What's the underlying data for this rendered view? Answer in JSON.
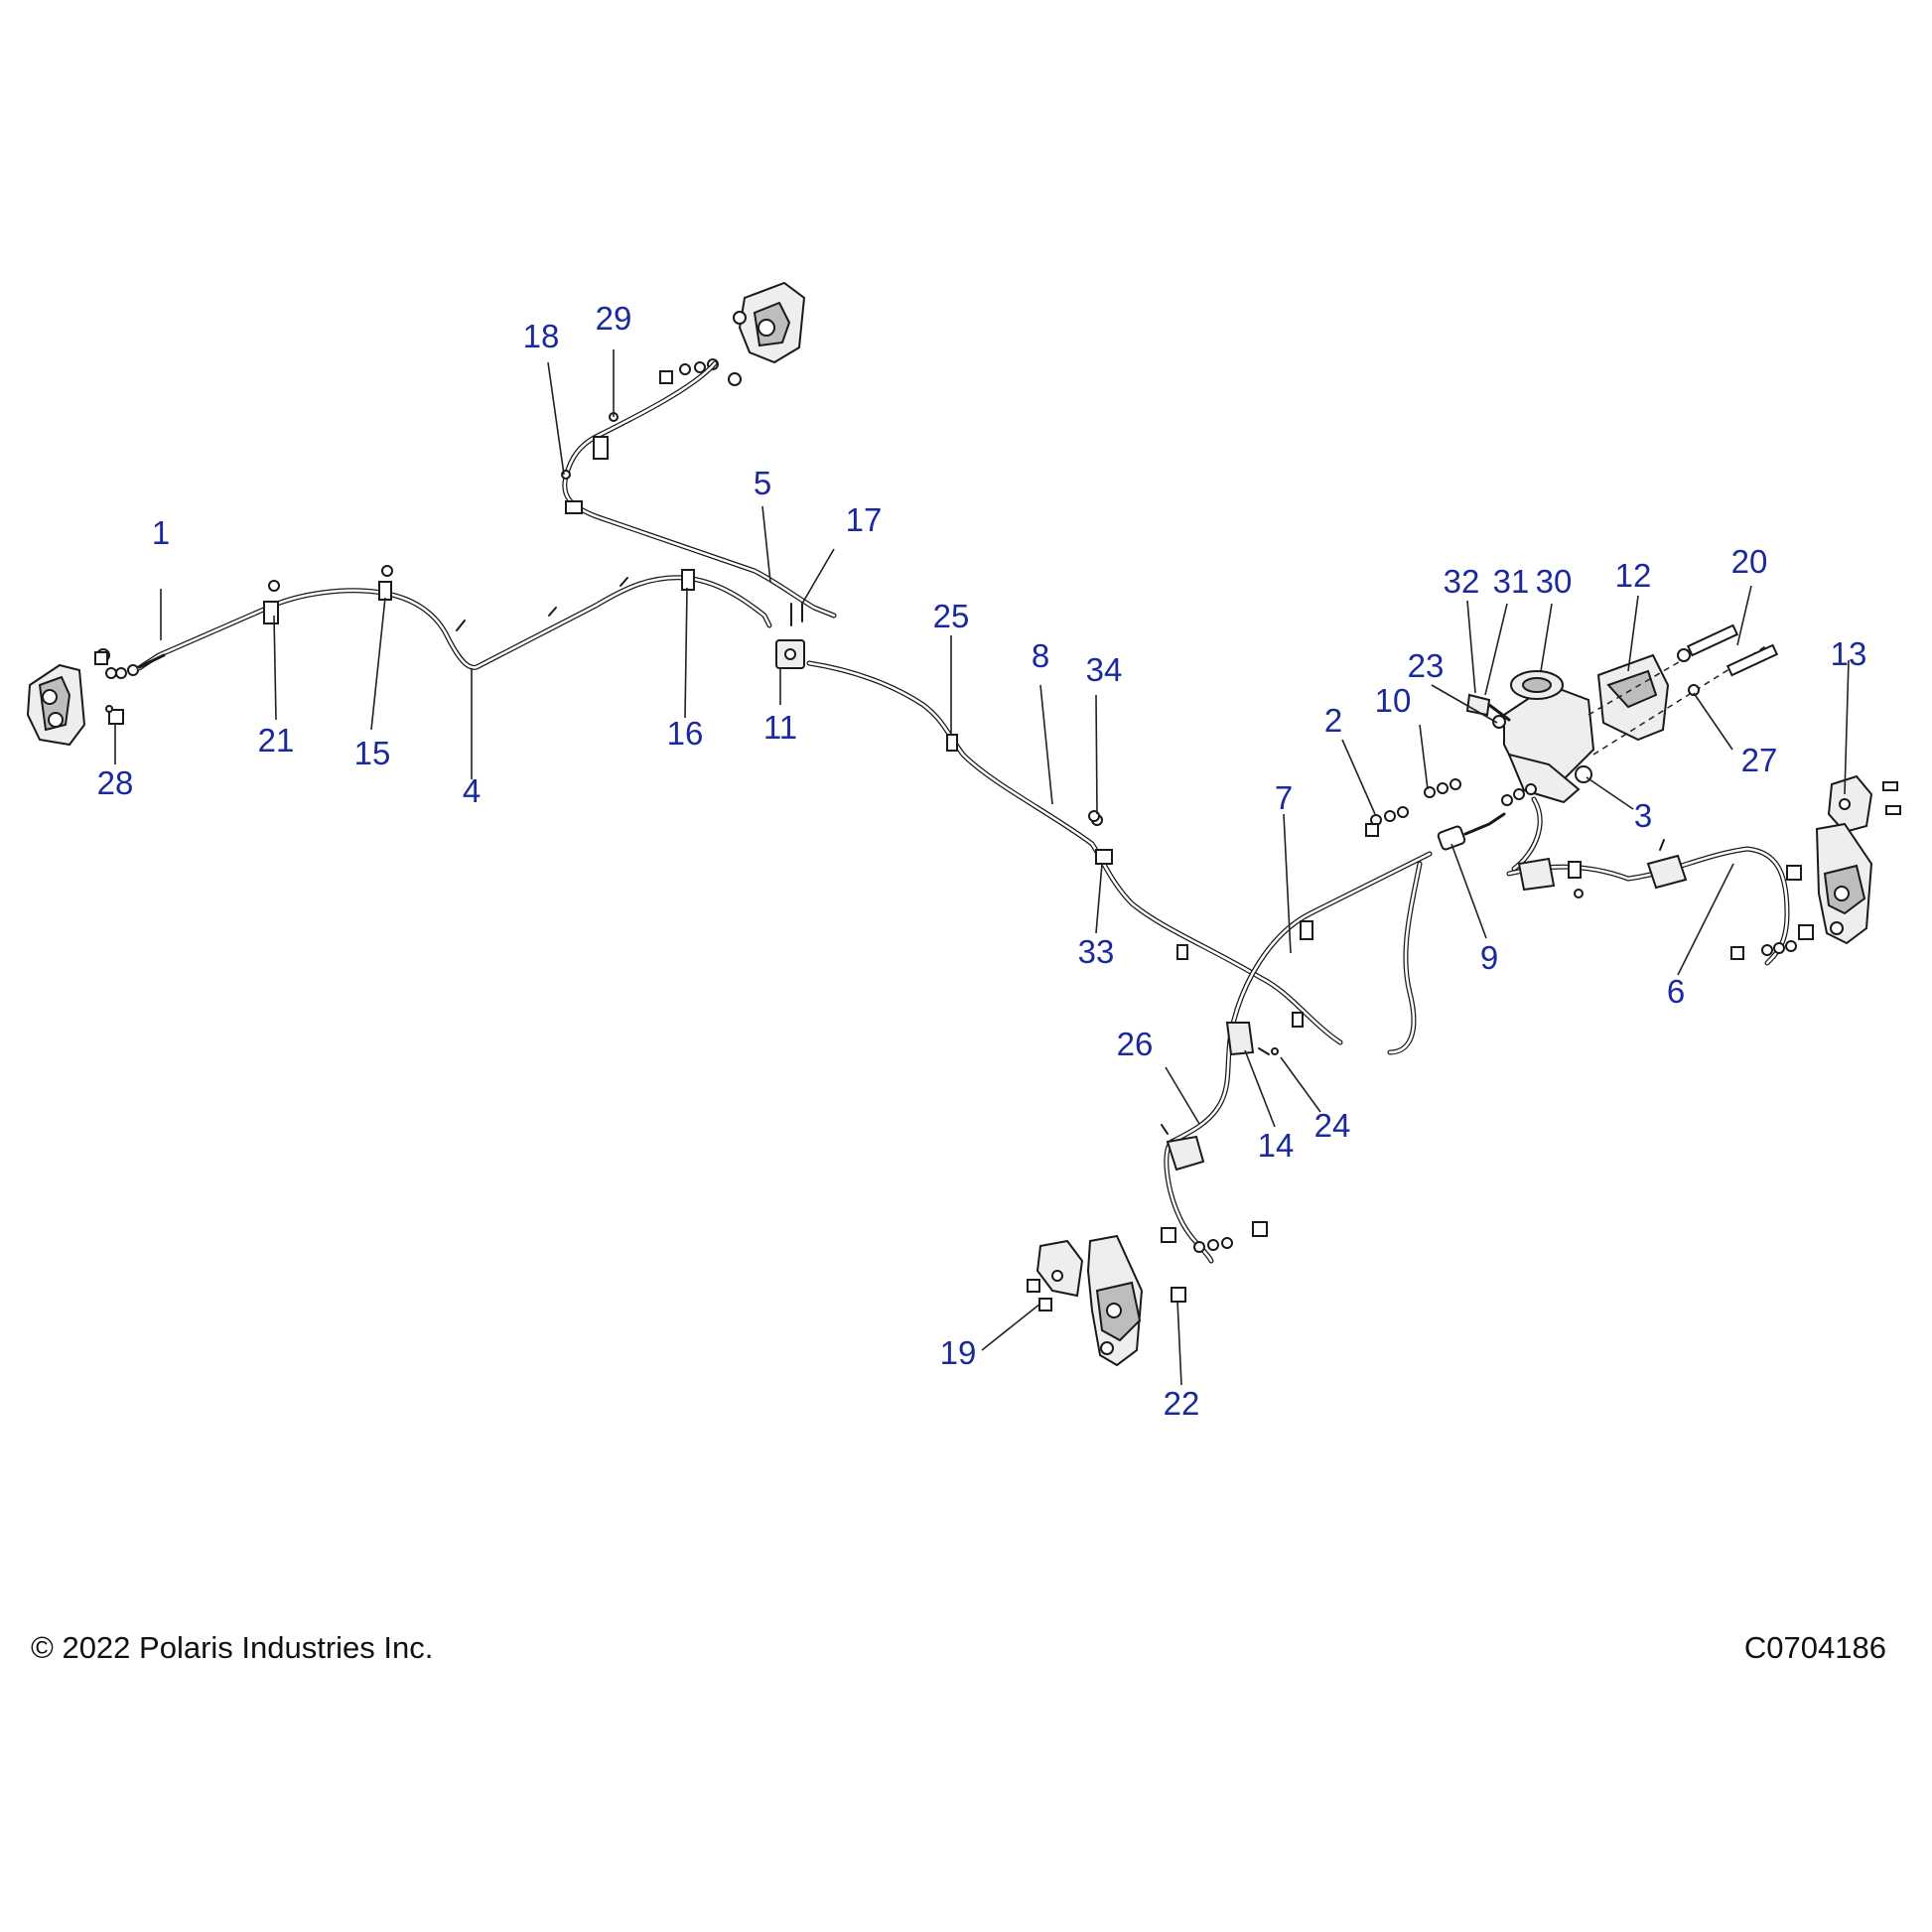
{
  "callouts": [
    "1",
    "2",
    "3",
    "4",
    "5",
    "6",
    "7",
    "8",
    "9",
    "10",
    "11",
    "12",
    "13",
    "14",
    "15",
    "16",
    "17",
    "18",
    "19",
    "20",
    "21",
    "22",
    "23",
    "24",
    "25",
    "26",
    "27",
    "28",
    "29",
    "30",
    "31",
    "32",
    "33",
    "34"
  ],
  "footer": {
    "copyright": "© 2022 Polaris Industries Inc.",
    "drawing_code": "C0704186"
  },
  "colors": {
    "callout_text": "#1a2a9c",
    "line_art": "#1a1a1a",
    "background": "#ffffff"
  }
}
